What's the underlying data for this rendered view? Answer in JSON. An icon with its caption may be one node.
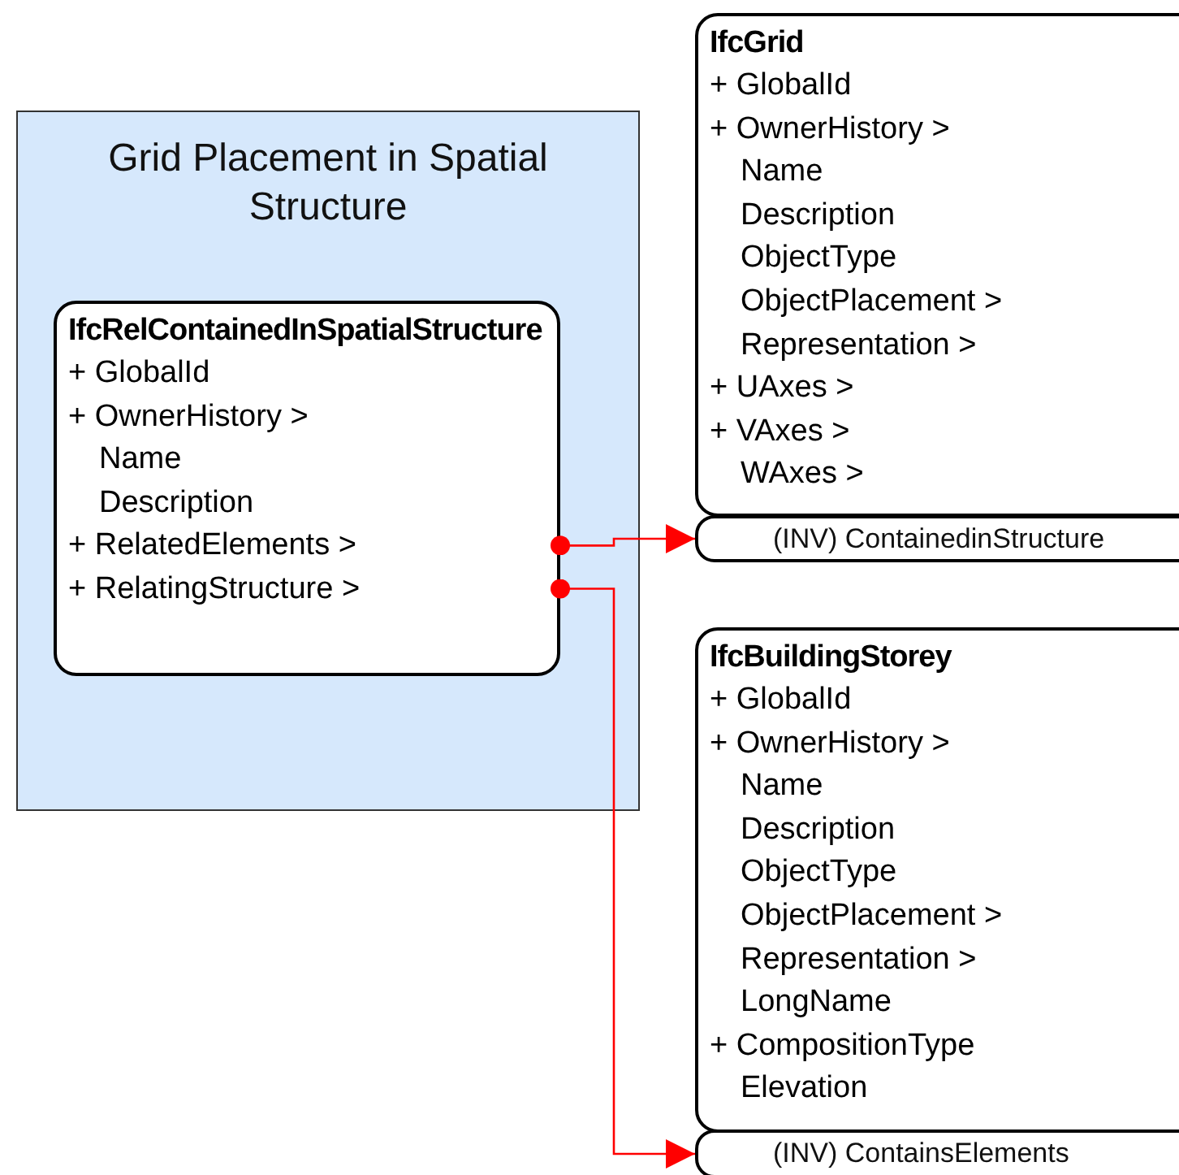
{
  "diagram": {
    "nodes": [
      {
        "text": [
          "Grid Placement in Spatial Structure"
        ]
      },
      {
        "text": [
          "IfcRelContainedInSpatialStructure",
          "+ GlobalId",
          "+ OwnerHistory >",
          "Name",
          "Description",
          "+ RelatedElements >",
          "+ RelatingStructure >"
        ],
        "in": 0
      },
      {
        "text": [
          "IfcGrid",
          "+ GlobalId",
          "+ OwnerHistory >",
          "Name",
          "Description",
          "ObjectType",
          "ObjectPlacement >",
          "Representation >",
          "+ UAxes >",
          "+ VAxes >",
          "WAxes >"
        ]
      },
      {
        "text": [
          "(INV) ContainedinStructure"
        ]
      },
      {
        "text": [
          "IfcBuildingStorey",
          "+ GlobalId",
          "+ OwnerHistory >",
          "Name",
          "Description",
          "ObjectType",
          "ObjectPlacement >",
          "Representation >",
          "LongName",
          "+ CompositionType",
          "Elevation"
        ]
      },
      {
        "text": [
          "(INV) ContainsElements"
        ]
      }
    ],
    "edges": [
      {
        "from": 1,
        "to": 3,
        "arrow": "to"
      },
      {
        "from": 1,
        "to": 5,
        "arrow": "to"
      }
    ]
  }
}
